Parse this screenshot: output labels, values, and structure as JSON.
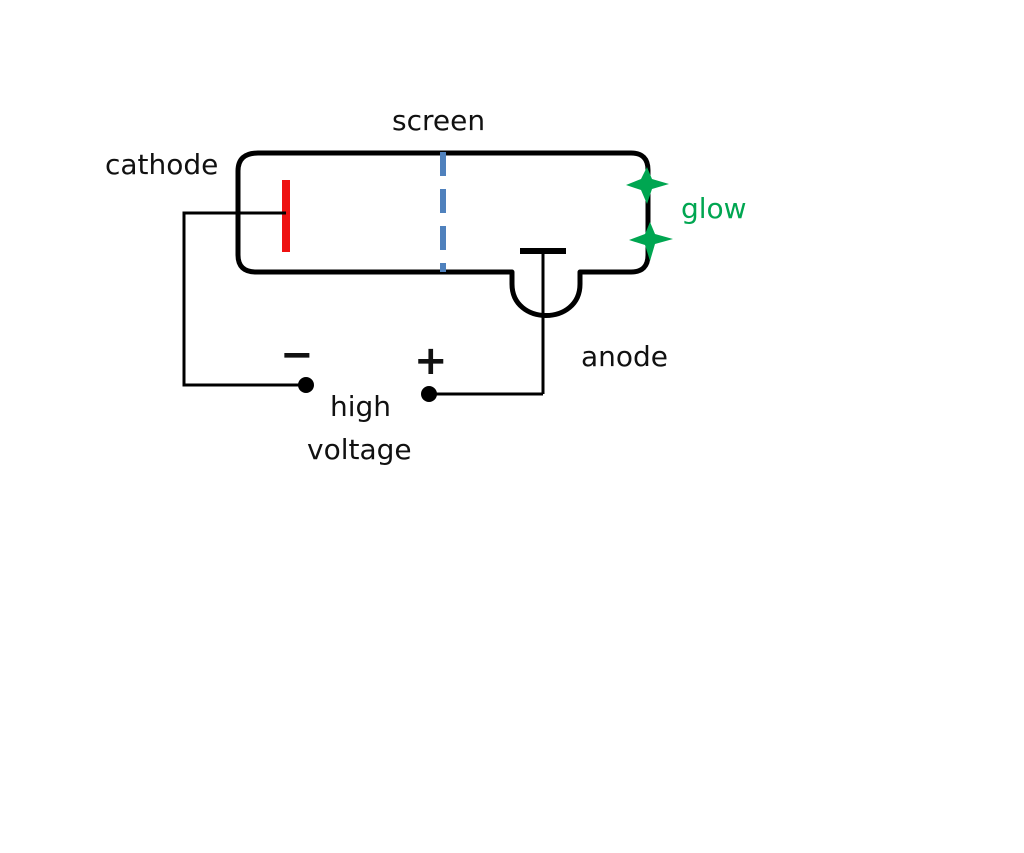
{
  "diagram": {
    "labels": {
      "cathode": "cathode",
      "screen": "screen",
      "glow": "glow",
      "anode": "anode",
      "high": "high",
      "voltage": "voltage"
    },
    "signs": {
      "negative": "−",
      "positive": "+"
    },
    "colors": {
      "outline": "#000000",
      "cathode": "#ee1111",
      "screen": "#4f81bd",
      "glow": "#00a651"
    }
  }
}
